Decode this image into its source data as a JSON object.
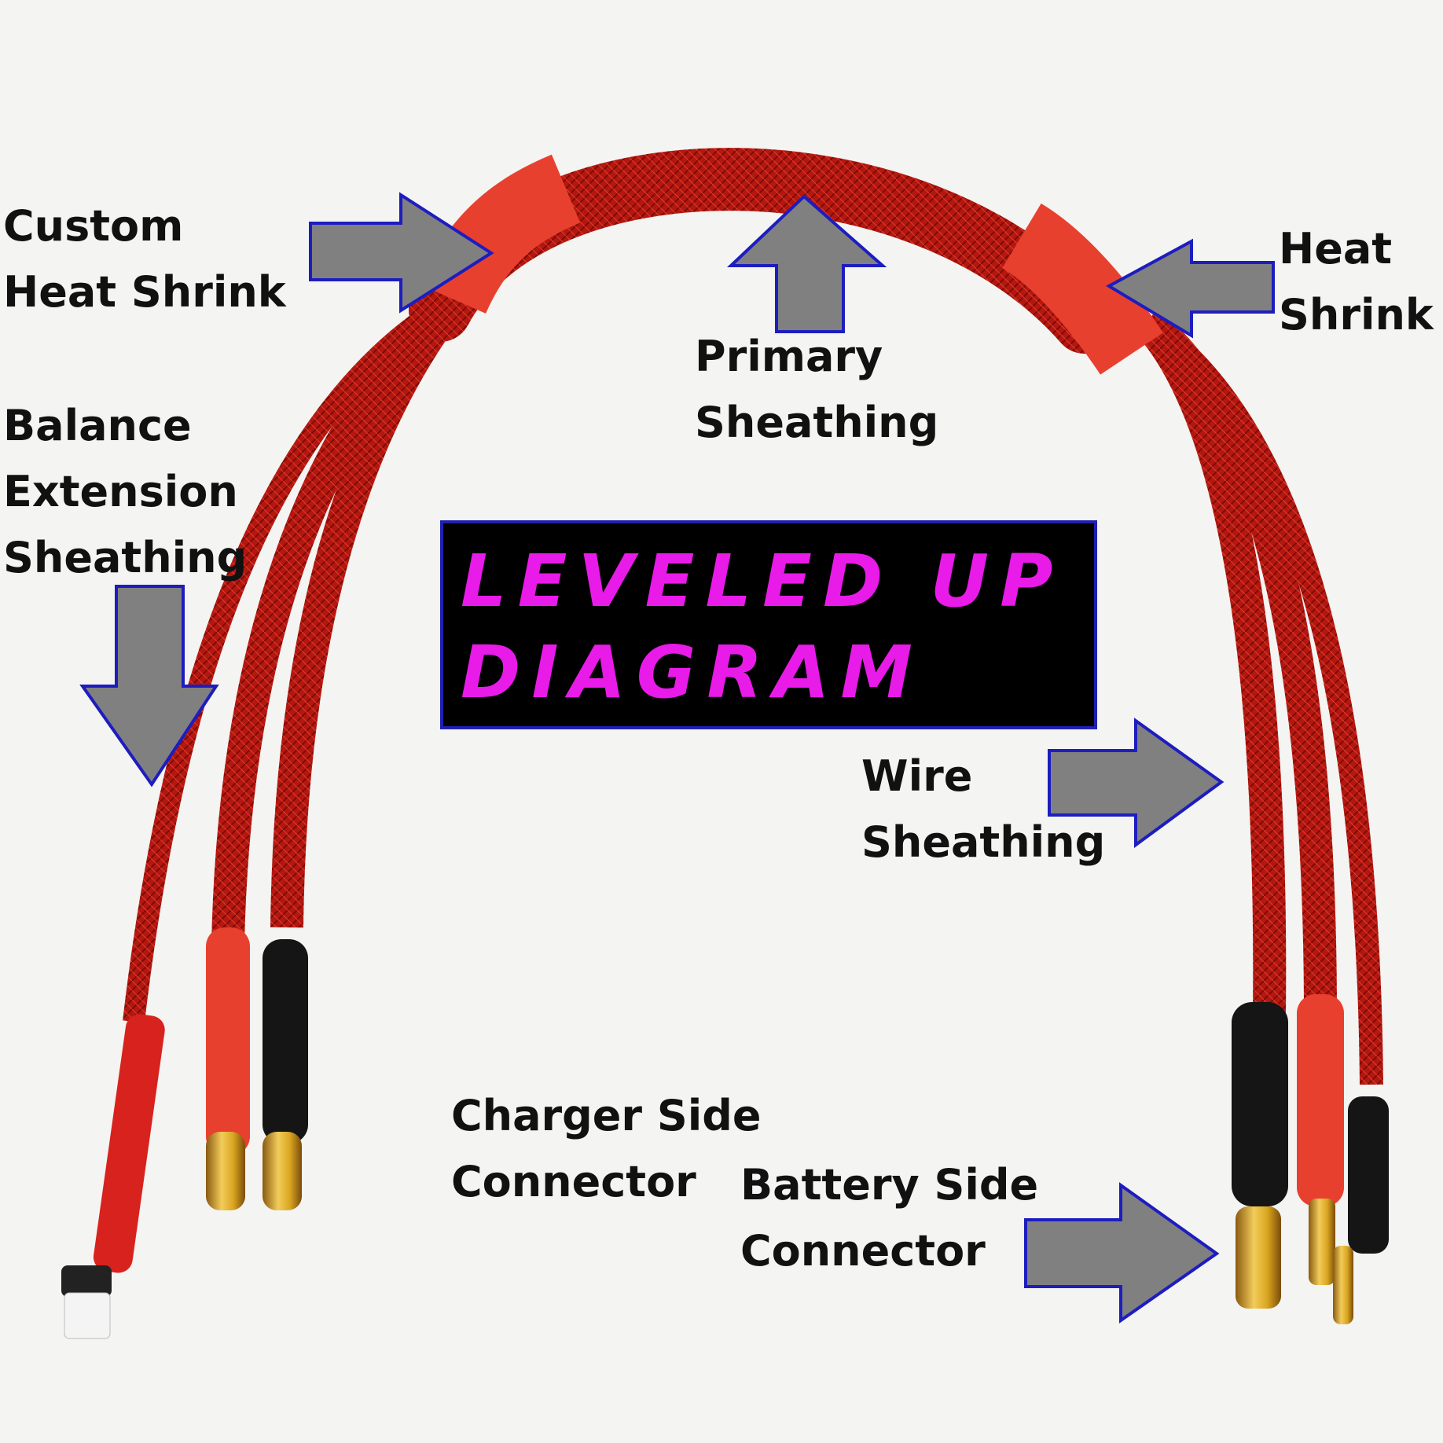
{
  "labels": {
    "custom_heat_shrink": [
      "Custom",
      "Heat Shrink"
    ],
    "primary_sheathing": [
      "Primary",
      "Sheathing"
    ],
    "heat_shrink": [
      "Heat",
      "Shrink"
    ],
    "balance_extension_sheathing": [
      "Balance",
      "Extension",
      "Sheathing"
    ],
    "wire_sheathing": [
      "Wire",
      "Sheathing"
    ],
    "charger_side_connector": [
      "Charger Side",
      "Connector"
    ],
    "battery_side_connector": [
      "Battery Side",
      "Connector"
    ]
  },
  "title": [
    "LEVELED UP",
    "DIAGRAM"
  ],
  "colors": {
    "background": "#f4f4f2",
    "cable": "#b5170f",
    "heat_shrink": "#e8402f",
    "arrow_fill": "#808080",
    "arrow_stroke": "#1d1dbf",
    "title_text": "#e81be8",
    "title_bg": "#000000",
    "gold": "#d9a520"
  }
}
